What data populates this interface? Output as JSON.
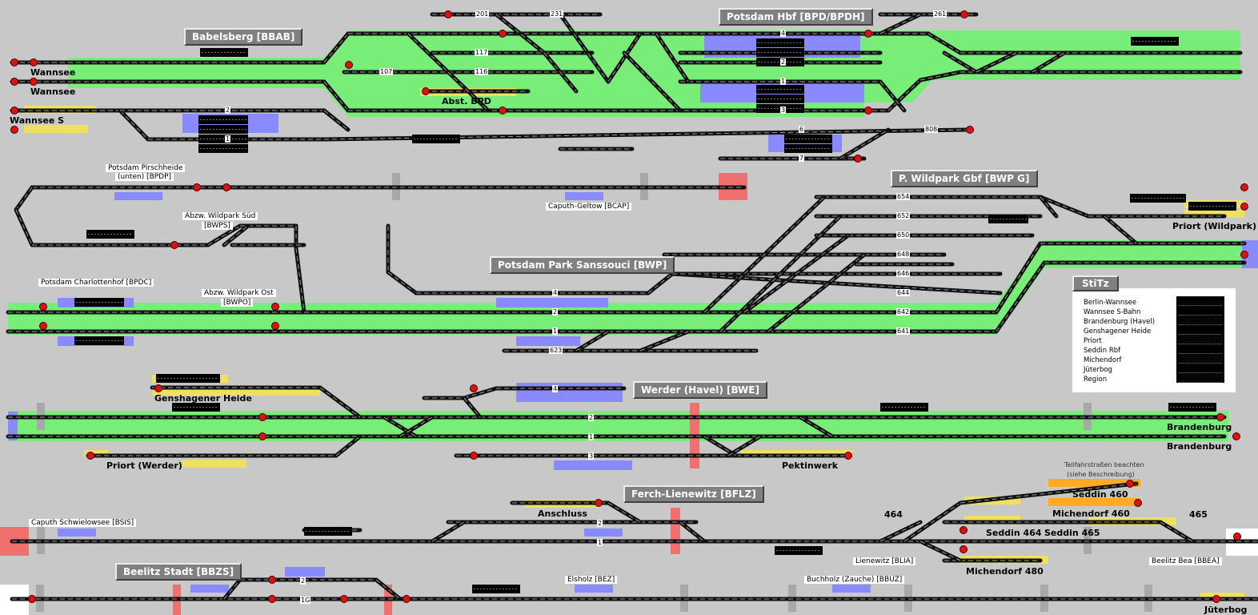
{
  "colors": {
    "background": "#c8c8c8",
    "platform": "#78ee78",
    "occupied": "#8a8aff",
    "reserved_yellow": "#f0e060",
    "warning_red": "#f07070",
    "orange": "#ffaa22",
    "track": "#111111",
    "signal_red": "#e01010"
  },
  "stations": [
    {
      "name": "Babelsberg [BBAB]"
    },
    {
      "name": "Potsdam Hbf [BPD/BPDH]"
    },
    {
      "name": "P. Wildpark Gbf [BWP G]"
    },
    {
      "name": "Potsdam Park Sanssouci [BWP]"
    },
    {
      "name": "Werder (Havel) [BWE]"
    },
    {
      "name": "Ferch-Lienewitz [BFLZ]"
    },
    {
      "name": "Beelitz Stadt [BBZS]"
    }
  ],
  "bold_labels": [
    "Wannsee",
    "Wannsee",
    "Wannsee S",
    "Abst. BPD",
    "Priort (Wildpark)",
    "Genshagener Heide",
    "Priort (Werder)",
    "Pektinwerk",
    "Brandenburg",
    "Brandenburg",
    "Anschluss",
    "Seddin 460",
    "Michendorf 460",
    "464",
    "465",
    "Seddin 464",
    "Seddin 465",
    "Michendorf 480",
    "Jüterbog"
  ],
  "small_labels": [
    "Potsdam Pirschheide",
    "(unten) [BPDP]",
    "Caputh-Geltow [BCAP]",
    "Abzw. Wildpark Süd",
    "[BWPS]",
    "Potsdam Charlottenhof [BPDC]",
    "Abzw. Wildpark Ost",
    "[BWPO]",
    "Caputh Schwielowsee [BSIS]",
    "Lienewitz [BLIA]",
    "Beelitz Bea [BBEA]",
    "Elsholz [BEZ]",
    "Buchholz (Zauche) [BBUZ]"
  ],
  "notes": [
    "Teilfahrstraßen beachten",
    "(siehe Beschreibung)"
  ],
  "track_numbers": [
    "201",
    "231",
    "261",
    "117",
    "116",
    "107",
    "4",
    "2",
    "1",
    "3",
    "6",
    "7",
    "808",
    "2",
    "1",
    "654",
    "652",
    "650",
    "648",
    "646",
    "644",
    "642",
    "641",
    "4",
    "2",
    "1",
    "623",
    "4",
    "2",
    "1",
    "3",
    "2",
    "1",
    "2",
    "1G"
  ],
  "legend": {
    "title": "StiTz",
    "items": [
      "Berlin-Wannsee",
      "Wannsee S-Bahn",
      "Brandenburg (Havel)",
      "Genshagener Heide",
      "Priort",
      "Seddin Rbf",
      "Michendorf",
      "Jüterbog",
      "Region"
    ]
  }
}
